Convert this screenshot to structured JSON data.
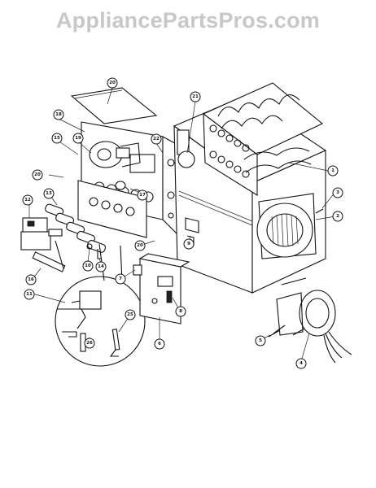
{
  "watermark": {
    "text": "AppliancePartsPros.com"
  },
  "callouts": [
    {
      "id": "c-20a",
      "label": "20"
    },
    {
      "id": "c-21",
      "label": "21"
    },
    {
      "id": "c-18",
      "label": "18"
    },
    {
      "id": "c-15",
      "label": "15"
    },
    {
      "id": "c-19",
      "label": "19"
    },
    {
      "id": "c-22",
      "label": "22"
    },
    {
      "id": "c-20b",
      "label": "20"
    },
    {
      "id": "c-17",
      "label": "17"
    },
    {
      "id": "c-13",
      "label": "13"
    },
    {
      "id": "c-12",
      "label": "12"
    },
    {
      "id": "c-1",
      "label": "1"
    },
    {
      "id": "c-3",
      "label": "3"
    },
    {
      "id": "c-2",
      "label": "2"
    },
    {
      "id": "c-9",
      "label": "9"
    },
    {
      "id": "c-20c",
      "label": "20"
    },
    {
      "id": "c-10",
      "label": "10"
    },
    {
      "id": "c-14",
      "label": "14"
    },
    {
      "id": "c-16",
      "label": "16"
    },
    {
      "id": "c-11",
      "label": "11"
    },
    {
      "id": "c-7",
      "label": "7"
    },
    {
      "id": "c-8",
      "label": "8"
    },
    {
      "id": "c-6",
      "label": "6"
    },
    {
      "id": "c-26",
      "label": "26"
    },
    {
      "id": "c-25",
      "label": "25"
    },
    {
      "id": "c-5",
      "label": "5"
    },
    {
      "id": "c-4",
      "label": "4"
    }
  ]
}
